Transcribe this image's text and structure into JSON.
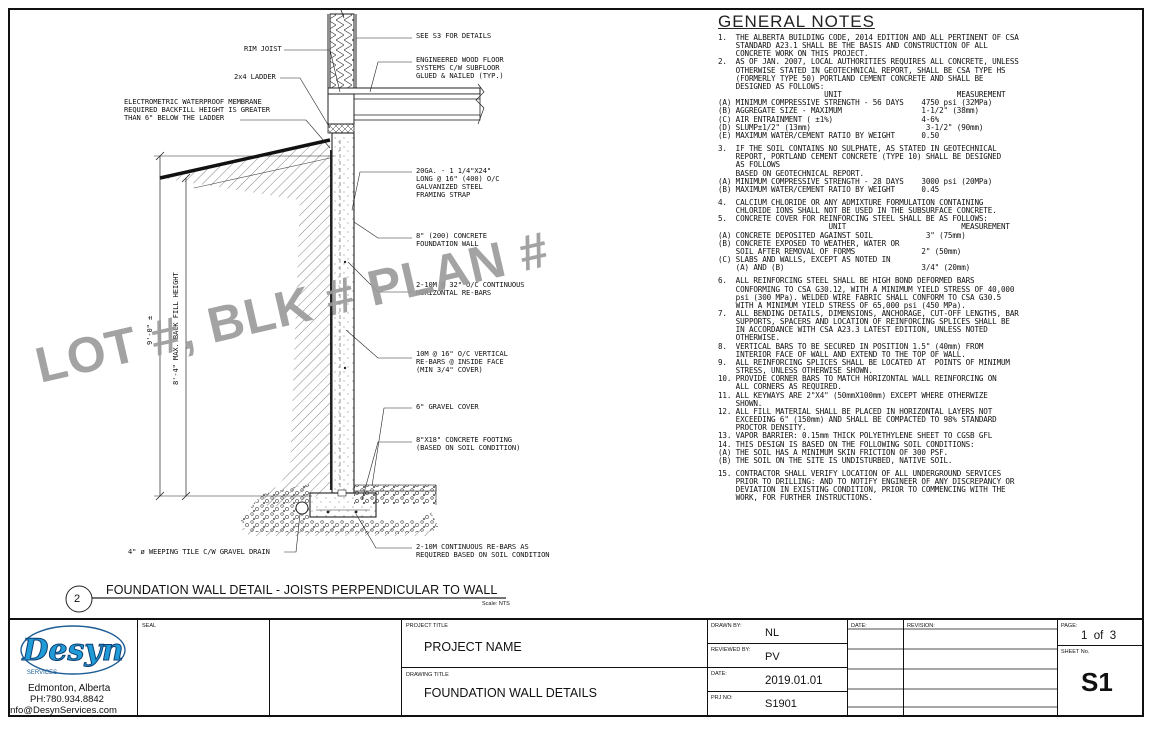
{
  "detail": {
    "number": "2",
    "title": "FOUNDATION WALL DETAIL - JOISTS PERPENDICULAR TO WALL",
    "scale": "Scale: NTS",
    "watermark": "LOT #, BLK # PLAN #",
    "dim_overall": "9'-0\" ±",
    "dim_backfill": "8'-4\" MAX. BACK FILL HEIGHT",
    "labels": {
      "see_s3": "SEE S3 FOR DETAILS",
      "rim_joist": "RIM JOIST",
      "floor_1": "ENGINEERED WOOD FLOOR",
      "floor_2": "SYSTEMS C/W SUBFLOOR",
      "floor_3": "GLUED & NAILED (TYP.)",
      "ladder": "2x4 LADDER",
      "membrane_1": "ELECTROMETRIC WATERPROOF MEMBRANE",
      "membrane_2": "REQUIRED BACKFILL HEIGHT IS GREATER",
      "membrane_3": "THAN 6\" BELOW THE LADDER",
      "strap_1": "20GA. - 1 1/4\"X24\"",
      "strap_2": "LONG @ 16\" (400) O/C",
      "strap_3": "GALVANIZED STEEL",
      "strap_4": "FRAMING STRAP",
      "wall_1": "8\" (200) CONCRETE",
      "wall_2": "FOUNDATION WALL",
      "horiz_1": "2-10M @ 32\" O/C CONTINUOUS",
      "horiz_2": "HORIZONTAL RE-BARS",
      "vert_1": "10M @ 16\" O/C VERTICAL",
      "vert_2": "RE-BARS @ INSIDE FACE",
      "vert_3": "(MIN 3/4\" COVER)",
      "gravel": "6\" GRAVEL COVER",
      "footing_1": "8\"X18\" CONCRETE FOOTING",
      "footing_2": "(BASED ON SOIL CONDITION)",
      "tile": "4\" ø WEEPING TILE C/W GRAVEL DRAIN",
      "cont_1": "2-10M CONTINUOUS RE-BARS AS",
      "cont_2": "REQUIRED BASED ON SOIL CONDITION"
    }
  },
  "general_notes": {
    "heading": "GENERAL NOTES",
    "lines": [
      "1.  THE ALBERTA BUILDING CODE, 2014 EDITION AND ALL PERTINENT OF CSA",
      "    STANDARD A23.1 SHALL BE THE BASIS AND CONSTRUCTION OF ALL",
      "    CONCRETE WORK ON THIS PROJECT.",
      "2.  AS OF JAN. 2007, LOCAL AUTHORITIES REQUIRES ALL CONCRETE, UNLESS",
      "    OTHERWISE STATED IN GEOTECHNICAL REPORT, SHALL BE CSA TYPE HS",
      "    (FORMERLY TYPE 50) PORTLAND CEMENT CONCRETE AND SHALL BE",
      "    DESIGNED AS FOLLOWS:",
      "                        UNIT                          MEASUREMENT",
      "(A) MINIMUM COMPRESSIVE STRENGTH - 56 DAYS    4750 psi (32MPa)",
      "(B) AGGREGATE SIZE - MAXIMUM                  1-1/2\" (38mm)",
      "(C) AIR ENTRAINMENT ( ±1%)                    4-6%",
      "(D) SLUMP±1/2\" (13mm)                          3-1/2\" (90mm)",
      "(E) MAXIMUM WATER/CEMENT RATIO BY WEIGHT      0.50",
      "",
      "3.  IF THE SOIL CONTAINS NO SULPHATE, AS STATED IN GEOTECHNICAL",
      "    REPORT, PORTLAND CEMENT CONCRETE (TYPE 10) SHALL BE DESIGNED",
      "    AS FOLLOWS",
      "    BASED ON GEOTECHNICAL REPORT.",
      "(A) MINIMUM COMPRESSIVE STRENGTH - 28 DAYS    3000 psi (20MPa)",
      "(B) MAXIMUM WATER/CEMENT RATIO BY WEIGHT      0.45",
      "",
      "4.  CALCIUM CHLORIDE OR ANY ADMIXTURE FORMULATION CONTAINING",
      "    CHLORIDE IONS SHALL NOT BE USED IN THE SUBSURFACE CONCRETE.",
      "5.  CONCRETE COVER FOR REINFORCING STEEL SHALL BE AS FOLLOWS:",
      "                         UNIT                          MEASUREMENT",
      "(A) CONCRETE DEPOSITED AGAINST SOIL            3\" (75mm)",
      "(B) CONCRETE EXPOSED TO WEATHER, WATER OR",
      "    SOIL AFTER REMOVAL OF FORMS               2\" (50mm)",
      "(C) SLABS AND WALLS, EXCEPT AS NOTED IN",
      "    (A) AND (B)                               3/4\" (20mm)",
      "",
      "6.  ALL REINFORCING STEEL SHALL BE HIGH BOND DEFORMED BARS",
      "    CONFORMING TO CSA G30.12, WITH A MINIMUM YIELD STRESS OF 40,000",
      "    psi (300 MPa). WELDED WIRE FABRIC SHALL CONFORM TO CSA G30.5",
      "    WITH A MINIMUM YIELD STRESS OF 65,000 psi (450 MPa).",
      "7.  ALL BENDING DETAILS, DIMENSIONS, ANCHORAGE, CUT-OFF LENGTHS, BAR",
      "    SUPPORTS, SPACERS AND LOCATION OF REINFORCING SPLICES SHALL BE",
      "    IN ACCORDANCE WITH CSA A23.3 LATEST EDITION, UNLESS NOTED",
      "    OTHERWISE.",
      "8.  VERTICAL BARS TO BE SECURED IN POSITION 1.5\" (40mm) FROM",
      "    INTERIOR FACE OF WALL AND EXTEND TO THE TOP OF WALL.",
      "9.  ALL REINFORCING SPLICES SHALL BE LOCATED AT  POINTS OF MINIMUM",
      "    STRESS, UNLESS OTHERWISE SHOWN.",
      "10. PROVIDE CORNER BARS TO MATCH HORIZONTAL WALL REINFORCING ON",
      "    ALL CORNERS AS REQUIRED.",
      "11. ALL KEYWAYS ARE 2\"X4\" (50mmX100mm) EXCEPT WHERE OTHERWIZE",
      "    SHOWN.",
      "12. ALL FILL MATERIAL SHALL BE PLACED IN HORIZONTAL LAYERS NOT",
      "    EXCEEDING 6\" (150mm) AND SHALL BE COMPACTED TO 98% STANDARD",
      "    PROCTOR DENSITY.",
      "13. VAPOR BARRIER: 0.15mm THICK POLYETHYLENE SHEET TO CGSB GFL",
      "14. THIS DESIGN IS BASED ON THE FOLLOWING SOIL CONDITIONS:",
      "(A) THE SOIL HAS A MINIMUM SKIN FRICTION OF 300 PSF.",
      "(B) THE SOIL ON THE SITE IS UNDISTURBED, NATIVE SOIL.",
      "",
      "15. CONTRACTOR SHALL VERIFY LOCATION OF ALL UNDERGROUND SERVICES",
      "    PRIOR TO DRILLING: AND TO NOTIFY ENGINEER OF ANY DISCREPANCY OR",
      "    DEVIATION IN EXISTING CONDITION, PRIOR TO COMMENCING WITH THE",
      "    WORK, FOR FURTHER INSTRUCTIONS."
    ]
  },
  "title_block": {
    "logo_text": "Desyn",
    "logo_sub": "SERVICES",
    "city": "Edmonton, Alberta",
    "phone": "PH:780.934.8842",
    "email": "info@DesynServices.com",
    "seal_label": "SEAL",
    "project_title_label": "PROJECT TITLE",
    "project_name": "PROJECT NAME",
    "drawing_title_label": "DRAWING TITLE",
    "drawing_title": "FOUNDATION WALL DETAILS",
    "drawn_by_label": "DRAWN BY:",
    "drawn_by": "NL",
    "reviewed_by_label": "REVIEWED BY:",
    "reviewed_by": "PV",
    "date_label": "DATE:",
    "date": "2019.01.01",
    "prj_no_label": "PRJ NO:",
    "prj_no": "S1901",
    "rev_date_label": "DATE:",
    "revision_label": "REVISION:",
    "page_label": "PAGE:",
    "page": "1  of  3",
    "sheet_no_label": "SHEET No.",
    "sheet_no": "S1"
  }
}
